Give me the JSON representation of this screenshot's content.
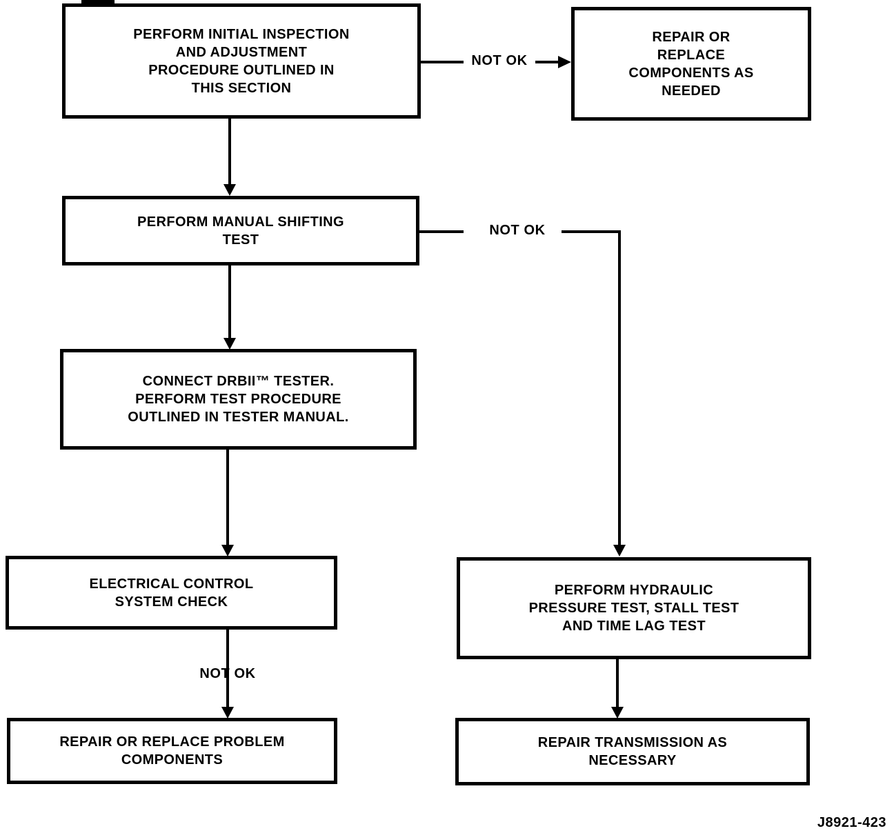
{
  "figure": {
    "code": "J8921-423"
  },
  "nodes": {
    "initial_inspection": "PERFORM INITIAL INSPECTION\nAND ADJUSTMENT\nPROCEDURE OUTLINED IN\nTHIS SECTION",
    "repair_replace_components": "REPAIR OR\nREPLACE\nCOMPONENTS AS\nNEEDED",
    "manual_shifting_test": "PERFORM MANUAL SHIFTING\nTEST",
    "connect_drbii_tester": "CONNECT DRBII™ TESTER.\nPERFORM TEST PROCEDURE\nOUTLINED IN TESTER MANUAL.",
    "electrical_control_check": "ELECTRICAL CONTROL\nSYSTEM CHECK",
    "repair_problem_components": "REPAIR OR REPLACE PROBLEM\nCOMPONENTS",
    "hydraulic_pressure_tests": "PERFORM HYDRAULIC\nPRESSURE TEST, STALL TEST\nAND TIME LAG TEST",
    "repair_transmission": "REPAIR TRANSMISSION AS\nNECESSARY"
  },
  "edges": {
    "not_ok_top": "NOT OK",
    "not_ok_mid": "NOT OK",
    "not_ok_bottom": "NOT OK"
  },
  "colors": {
    "ink": "#000000",
    "paper": "#ffffff"
  }
}
